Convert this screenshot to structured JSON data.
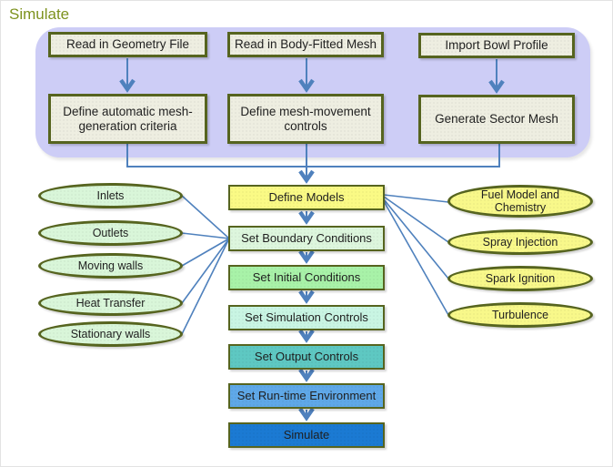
{
  "title": "Simulate",
  "colors": {
    "group_bg": "#cdcdf6",
    "node_fill_beige": "#eeeee1",
    "node_border_olive": "#56641f",
    "connector_blue": "#4f81bd",
    "title_green": "#7d921e",
    "text": "#1f1f1f"
  },
  "mesh_group": {
    "row1": [
      {
        "label": "Read in Geometry File"
      },
      {
        "label": "Read in Body-Fitted Mesh"
      },
      {
        "label": "Import Bowl Profile"
      }
    ],
    "row2": [
      {
        "label": "Define automatic mesh-generation criteria"
      },
      {
        "label": "Define mesh-movement controls"
      },
      {
        "label": "Generate Sector Mesh"
      }
    ]
  },
  "flow": [
    {
      "label": "Define Models",
      "fill": "#fafa85"
    },
    {
      "label": "Set Boundary Conditions",
      "fill": "#ddf6dd"
    },
    {
      "label": "Set Initial Conditions",
      "fill": "#a8f2a8"
    },
    {
      "label": "Set Simulation Controls",
      "fill": "#c9f5e3"
    },
    {
      "label": "Set Output Controls",
      "fill": "#5ec8c2"
    },
    {
      "label": "Set Run-time Environment",
      "fill": "#5fa8e8"
    },
    {
      "label": "Simulate",
      "fill": "#1b7ad3"
    }
  ],
  "boundary_inputs": [
    {
      "label": "Inlets"
    },
    {
      "label": "Outlets"
    },
    {
      "label": "Moving walls"
    },
    {
      "label": "Heat Transfer"
    },
    {
      "label": "Stationary walls"
    }
  ],
  "model_inputs": [
    {
      "label": "Fuel Model and Chemistry"
    },
    {
      "label": "Spray Injection"
    },
    {
      "label": "Spark Ignition"
    },
    {
      "label": "Turbulence"
    }
  ],
  "ellipse_fills": {
    "left": "#d9f6d9",
    "right": "#f8f88a"
  }
}
